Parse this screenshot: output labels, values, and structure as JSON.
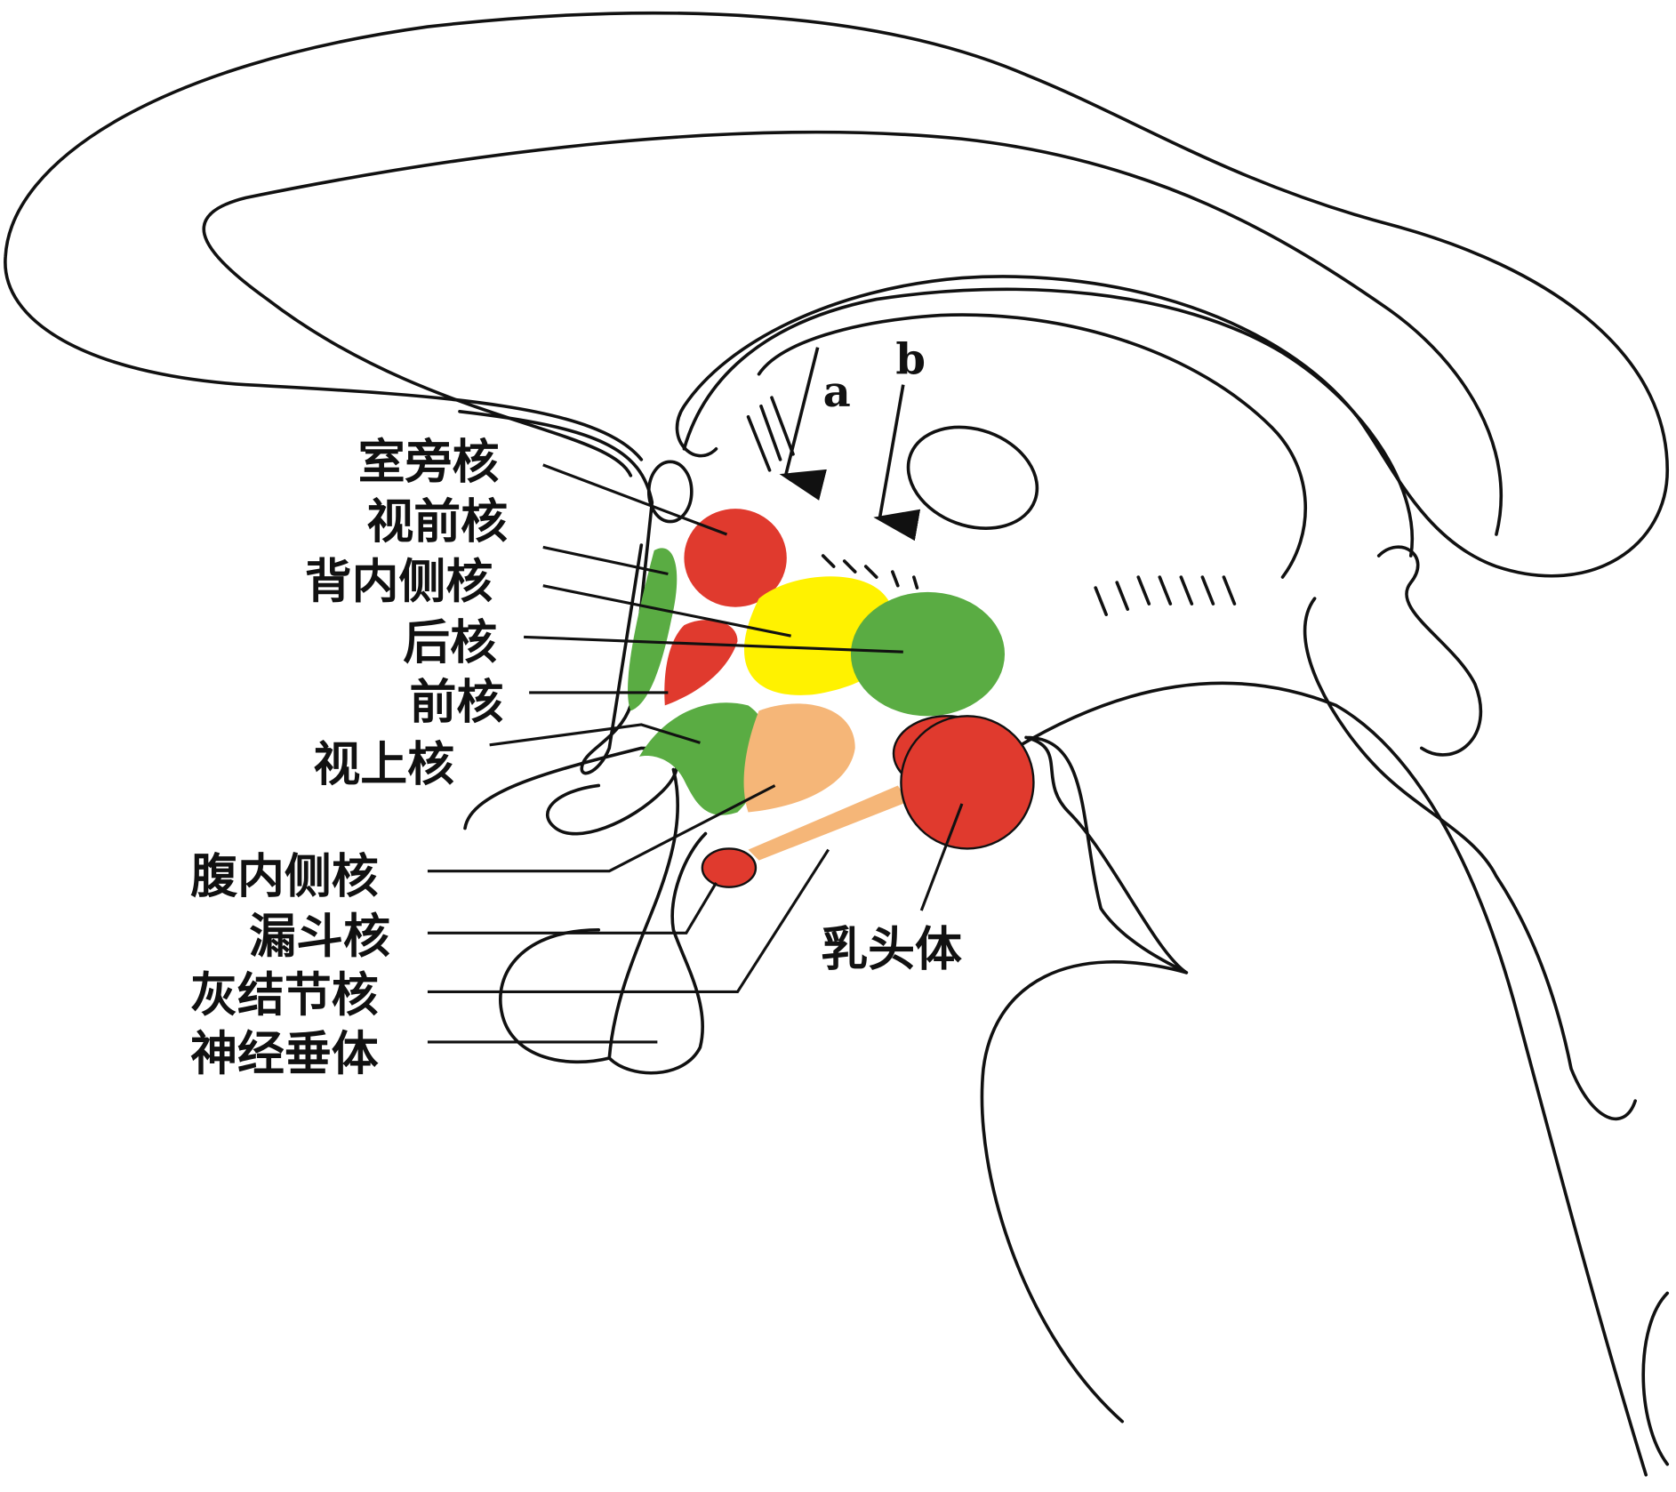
{
  "title": "下丘脑核团示意图",
  "colors": {
    "red": "#e03a2e",
    "green": "#5aac43",
    "yellow": "#fff200",
    "orange": "#f5b678"
  },
  "labels": {
    "paraventricular": "室旁核",
    "preoptic": "视前核",
    "dorsomedial": "背内侧核",
    "posterior": "后核",
    "anterior": "前核",
    "supraoptic": "视上核",
    "ventromedial": "腹内侧核",
    "infundibular": "漏斗核",
    "tuberal": "灰结节核",
    "neurohypophysis": "神经垂体",
    "mammillary": "乳头体"
  },
  "arrows": {
    "a": "a",
    "b": "b"
  }
}
